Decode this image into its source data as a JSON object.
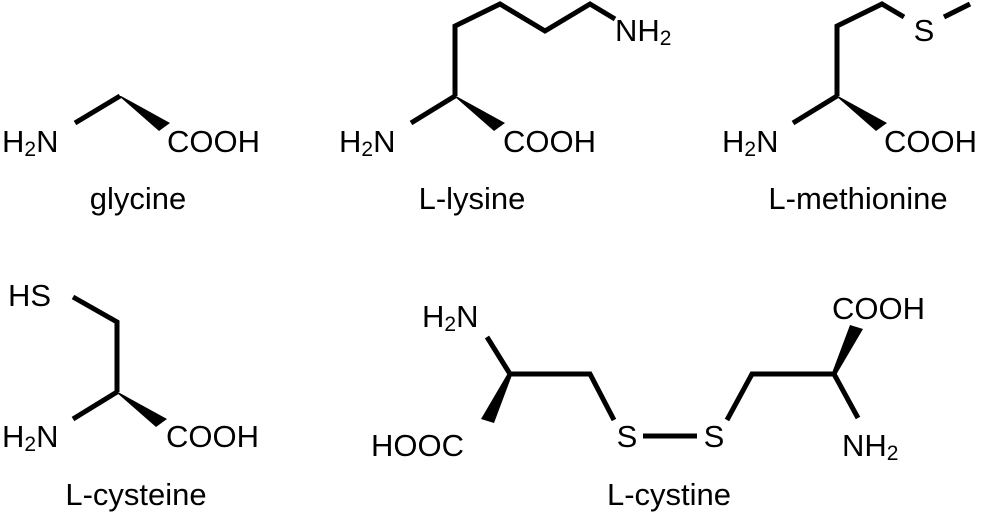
{
  "molecules": {
    "glycine": {
      "name": "glycine",
      "amine": {
        "symbol": "H",
        "sub": "2",
        "tail": "N"
      },
      "acid": "COOH"
    },
    "lysine": {
      "name": "L-lysine",
      "amine": {
        "symbol": "H",
        "sub": "2",
        "tail": "N"
      },
      "acid": "COOH",
      "side_amine": {
        "symbol": "NH",
        "sub": "2"
      }
    },
    "methionine": {
      "name": "L-methionine",
      "amine": {
        "symbol": "H",
        "sub": "2",
        "tail": "N"
      },
      "acid": "COOH",
      "sulfur": "S"
    },
    "cysteine": {
      "name": "L-cysteine",
      "amine": {
        "symbol": "H",
        "sub": "2",
        "tail": "N"
      },
      "acid": "COOH",
      "thiol": "HS"
    },
    "cystine": {
      "name": "L-cystine",
      "left_amine": {
        "symbol": "H",
        "sub": "2",
        "tail": "N"
      },
      "left_acid": "HOOC",
      "sulfur_left": "S",
      "sulfur_right": "S",
      "right_acid": "COOH",
      "right_amine": {
        "symbol": "NH",
        "sub": "2"
      }
    }
  }
}
